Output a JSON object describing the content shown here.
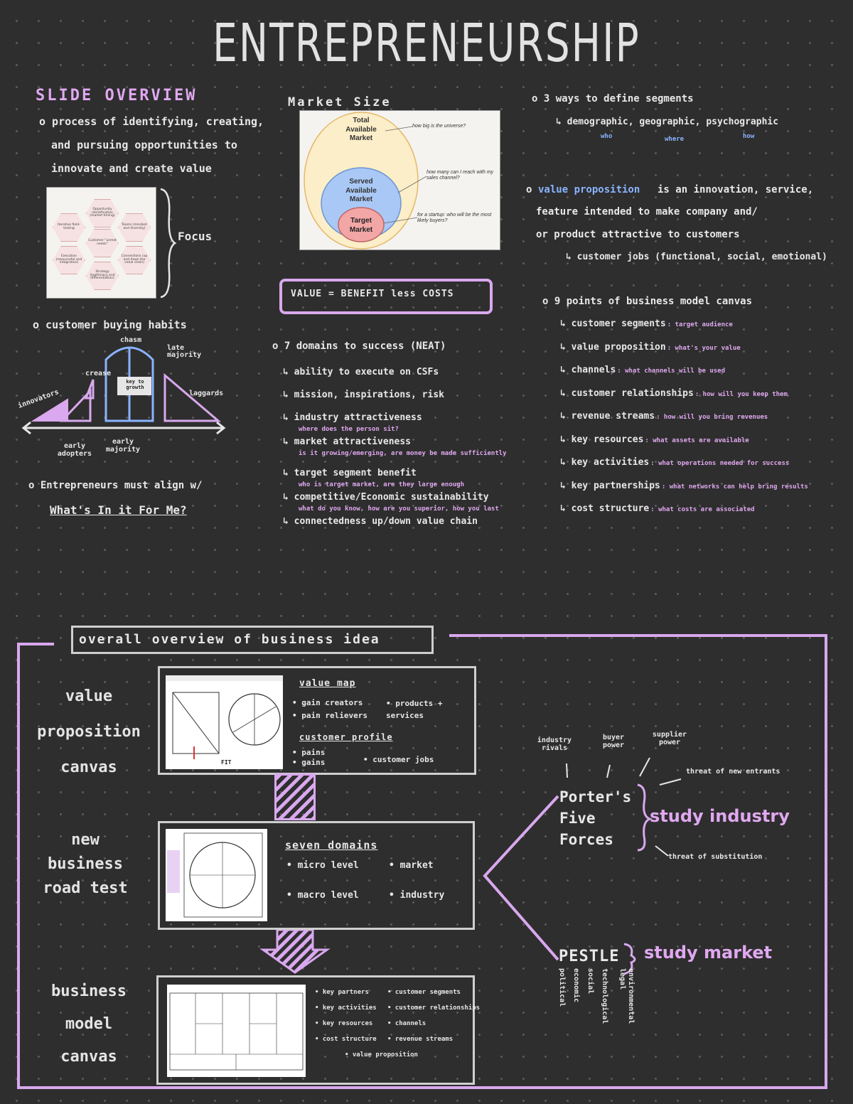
{
  "title": "ENTREPRENEURSHIP",
  "slide_overview": {
    "heading": "SLIDE OVERVIEW",
    "line1": "o process of identifying, creating,",
    "line2": "and pursuing opportunities to",
    "line3": "innovate and create value",
    "focus": "Focus",
    "hexagons": {
      "center": "Customer \"unmet needs\"",
      "top": "Opportunity identification (market timing)",
      "top_right": "Teams (mindset and diversity)",
      "bottom_right": "Connections (up and down the value chain)",
      "bottom": "Strategy (legitimacy and differentiation)",
      "bottom_left": "Execution (resourceful and integration)",
      "top_left": "Iterative field-testing"
    },
    "buying_habits": "o customer buying habits",
    "curve": {
      "chasm": "chasm",
      "late_majority": "late majority",
      "innovators": "innovators",
      "early_adopters": "early adopters",
      "early_majority": "early majority",
      "laggards": "laggards",
      "crease": "crease",
      "key_to_growth": "key to growth"
    },
    "align_line": "o Entrepreneurs must align w/",
    "wiifm": "What's In it For Me?"
  },
  "market_size": {
    "heading": "Market Size",
    "tam": "Total Available Market",
    "sam": "Served Available Market",
    "target": "Target Market",
    "note_tam": "how big is the universe?",
    "note_sam": "how many can I reach with my sales channel?",
    "note_target": "for a startup: who will be the most likely buyers?"
  },
  "value_formula": "VALUE = BENEFIT less COSTS",
  "seven_domains": {
    "heading": "o 7 domains to success (NEAT)",
    "items": [
      {
        "text": "↳ ability to execute on CSFs",
        "sub": ""
      },
      {
        "text": "↳ mission, inspirations, risk",
        "sub": ""
      },
      {
        "text": "↳ industry attractiveness",
        "sub": "where does the person sit?"
      },
      {
        "text": "↳ market attractiveness",
        "sub": "is it growing/emerging, are money be made sufficiently"
      },
      {
        "text": "↳ target segment benefit",
        "sub": "who is target market, are they large enough"
      },
      {
        "text": "↳ competitive/Economic sustainability",
        "sub": "what do you know, how are you superior, how you last"
      },
      {
        "text": "↳ connectedness up/down value chain",
        "sub": ""
      }
    ]
  },
  "segments": {
    "heading": "o 3 ways to define segments",
    "line": "↳ demographic, geographic, psychographic",
    "who": "who",
    "where": "where",
    "how": "how"
  },
  "value_prop": {
    "prefix": "o",
    "term": "value proposition",
    "line1": "is an innovation, service,",
    "line2": "feature intended to make company and/",
    "line3": "or product attractive to customers",
    "line4": "↳ customer jobs (functional, social, emotional)"
  },
  "bmc_points": {
    "heading": "o 9 points of business model canvas",
    "items": [
      {
        "label": "↳ customer segments",
        "note": ": target audience"
      },
      {
        "label": "↳ value proposition",
        "note": ": what's your value"
      },
      {
        "label": "↳ channels",
        "note": ": what channels will be used"
      },
      {
        "label": "↳ customer relationships",
        "note": ": how will you keep them"
      },
      {
        "label": "↳ revenue streams",
        "note": ": how will you bring revenues"
      },
      {
        "label": "↳ key resources",
        "note": ": what assets are available"
      },
      {
        "label": "↳ key activities",
        "note": ": what operations needed for success"
      },
      {
        "label": "↳ key partnerships",
        "note": ": what networks can help bring results"
      },
      {
        "label": "↳ cost structure",
        "note": ": what costs are associated"
      }
    ]
  },
  "overview": {
    "heading": "overall overview of business idea",
    "vpc_label": "value proposition canvas",
    "nbrt_label": "new business road test",
    "bmc_label": "business model canvas",
    "value_map": "value map",
    "gain_creators": "• gain creators",
    "pain_relievers": "• pain relievers",
    "products_services": "• products + services",
    "customer_profile": "customer profile",
    "pains": "• pains",
    "gains": "• gains",
    "customer_jobs": "• customer jobs",
    "fit": "FIT",
    "seven_domains": "seven domains",
    "micro_level": "• micro level",
    "market": "• market",
    "macro_level": "• macro level",
    "industry": "• industry",
    "bmc_items": [
      "• key partners",
      "• customer segments",
      "• key activities",
      "• customer relationships",
      "• key resources",
      "• channels",
      "• cost structure",
      "• revenue streams",
      "• value proposition"
    ],
    "porters": "Porter's Five Forces",
    "study_industry": "study industry",
    "industry_rivals": "industry rivals",
    "buyer_power": "buyer power",
    "supplier_power": "supplier power",
    "new_entrants": "threat of new entrants",
    "substitution": "threat of substitution",
    "pestle": "PESTLE",
    "study_market": "study market",
    "pestle_items": [
      "political",
      "economic",
      "social",
      "technological",
      "legal",
      "environmental"
    ]
  },
  "colors": {
    "background": "#2e2e2e",
    "accent_pink": "#e0a8f0",
    "accent_blue": "#8ab4ff",
    "chalk": "#e6e6e6"
  }
}
